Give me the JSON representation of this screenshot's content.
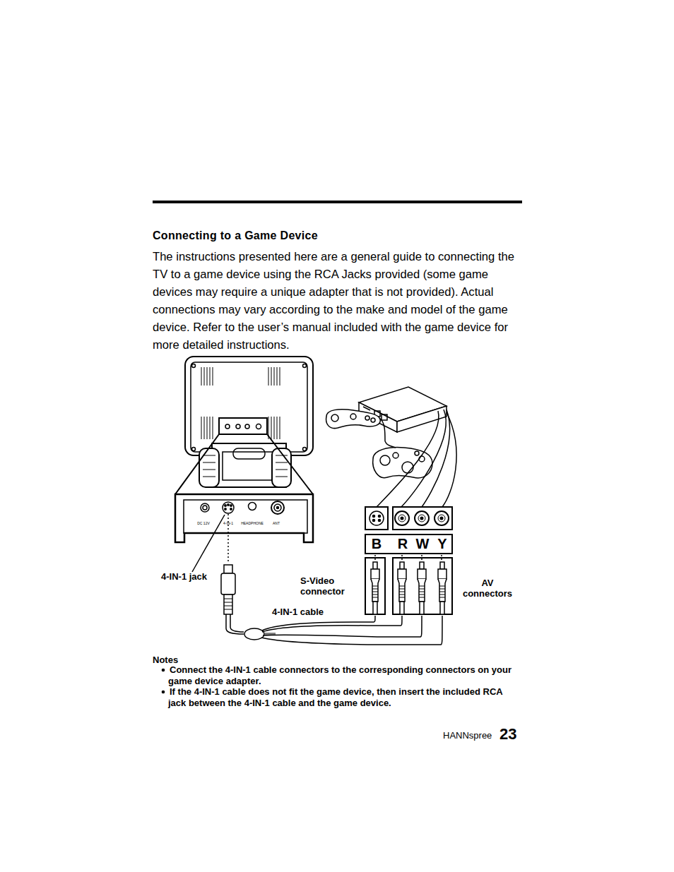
{
  "diagram": {
    "title": "Connecting to a Game Device",
    "nodes": [
      {
        "text": [
          "B",
          "R",
          "W",
          "Y"
        ]
      }
    ],
    "labels": [
      "The instructions presented here are a general guide to connecting the TV to a game device using the RCA Jacks provided (some game devices may require a unique adapter that is not provided). Actual connections may vary according to the make and model of the game device. Refer to the user’s manual included with the game device for more detailed instructions.",
      "DC 12V",
      "4-IN-1",
      "HEADPHONE",
      "ANT",
      "4-IN-1 jack",
      "S-Video connector",
      "AV connectors",
      "4-IN-1 cable",
      "Notes",
      "Connect the 4-IN-1 cable connectors to the corresponding connectors on your game device adapter.",
      "If the 4-IN-1 cable does not fit the game device, then insert the included RCA jack between the 4-IN-1 cable and the game device.",
      "HANNspree",
      "23"
    ]
  }
}
